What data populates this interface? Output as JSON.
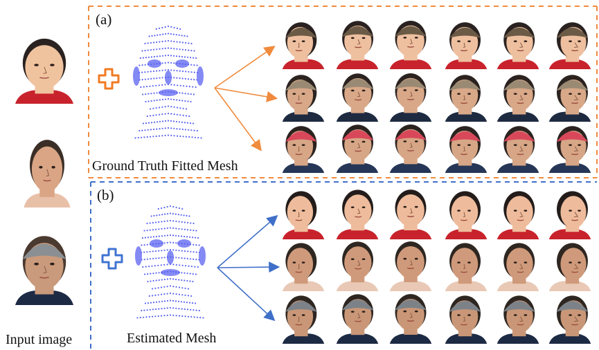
{
  "input_column": {
    "label": "Input image",
    "faces": [
      {
        "name": "input-face-child",
        "skin": "#f0c39f",
        "hair": "#2a2220",
        "shirt": "#c8232c",
        "cap": ""
      },
      {
        "name": "input-face-man",
        "skin": "#d9a585",
        "hair": "#3a2e26",
        "shirt": "#e8c0a8",
        "cap": ""
      },
      {
        "name": "input-face-beanie",
        "skin": "#c99a7b",
        "hair": "#4a3a30",
        "shirt": "#1d2a44",
        "cap": "#8a8f93"
      }
    ]
  },
  "panel_a": {
    "tag": "(a)",
    "mesh_label": "Ground Truth Fitted Mesh",
    "border_color": "#f08a3c",
    "plus_color": "#f07a22",
    "rows": [
      {
        "skin": "#eec0a0",
        "hair": "#2a2220",
        "shirt": "#c8232c",
        "cap": "#6b5a45"
      },
      {
        "skin": "#d8a888",
        "hair": "#2b2320",
        "shirt": "#1e2a40",
        "cap": "#9a8a74"
      },
      {
        "skin": "#d6a686",
        "hair": "#2b2320",
        "shirt": "#263656",
        "cap": "#d8485a"
      }
    ]
  },
  "panel_b": {
    "tag": "(b)",
    "mesh_label": "Estimated Mesh",
    "border_color": "#3f6fc8",
    "plus_color": "#3f73d1",
    "rows": [
      {
        "skin": "#eebc9c",
        "hair": "#231c1a",
        "shirt": "#c8232c",
        "cap": ""
      },
      {
        "skin": "#cf9a7b",
        "hair": "#2e2621",
        "shirt": "#e9c9b6",
        "cap": ""
      },
      {
        "skin": "#c99777",
        "hair": "#2e2621",
        "shirt": "#1d2a44",
        "cap": "#7c8288"
      }
    ]
  },
  "colors": {
    "mesh": "#5b63f0",
    "arrow_a": "#f08a3c",
    "arrow_b": "#3f6fc8"
  }
}
